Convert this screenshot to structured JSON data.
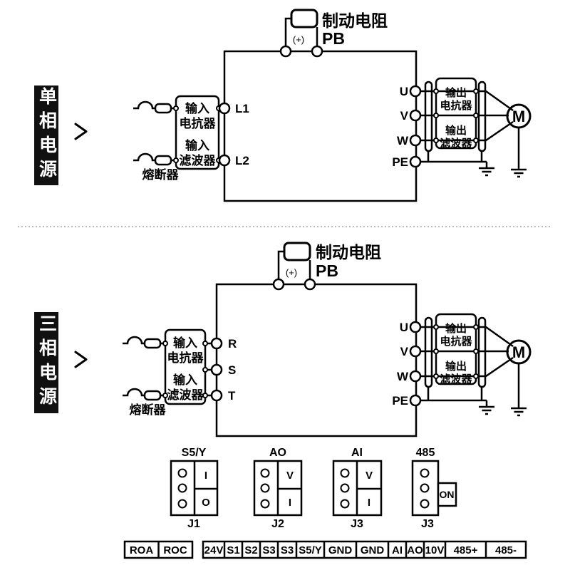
{
  "s1": {
    "source": "单相电源",
    "brake_label": "制动电阻",
    "brake_pb": "PB",
    "brake_plus": "(+)",
    "fuse_label": "熔断器",
    "in_box": [
      "输入",
      "电抗器",
      "输入",
      "滤波器"
    ],
    "t_in": [
      "L1",
      "L2"
    ],
    "t_out": [
      "U",
      "V",
      "W",
      "PE"
    ],
    "out_box": [
      "输出",
      "电抗器",
      "输出",
      "滤波器"
    ],
    "motor": "M"
  },
  "s2": {
    "source": "三相电源",
    "brake_label": "制动电阻",
    "brake_pb": "PB",
    "brake_plus": "(+)",
    "fuse_label": "熔断器",
    "in_box": [
      "输入",
      "电抗器",
      "输入",
      "滤波器"
    ],
    "t_in": [
      "R",
      "S",
      "T"
    ],
    "t_out": [
      "U",
      "V",
      "W",
      "PE"
    ],
    "out_box": [
      "输出",
      "电抗器",
      "输出",
      "滤波器"
    ],
    "motor": "M"
  },
  "jumpers": {
    "j1": {
      "title": "S5/Y",
      "name": "J1",
      "top": "I",
      "bottom": "O"
    },
    "j2": {
      "title": "AO",
      "name": "J2",
      "top": "V",
      "bottom": "I"
    },
    "j3": {
      "title": "AI",
      "name": "J3",
      "top": "V",
      "bottom": "I"
    },
    "j4": {
      "title": "485",
      "name": "J3",
      "switch": "ON"
    }
  },
  "relay_strip": [
    "ROA",
    "ROC"
  ],
  "terminal_strip": [
    "24V",
    "S1",
    "S2",
    "S3",
    "S3",
    "S5/Y",
    "GND",
    "GND",
    "AI",
    "AO",
    "10V",
    "485+",
    "485-"
  ],
  "colors": {
    "line": "#000000",
    "label_bg": "#111111",
    "divider": "#bbbbbb"
  }
}
